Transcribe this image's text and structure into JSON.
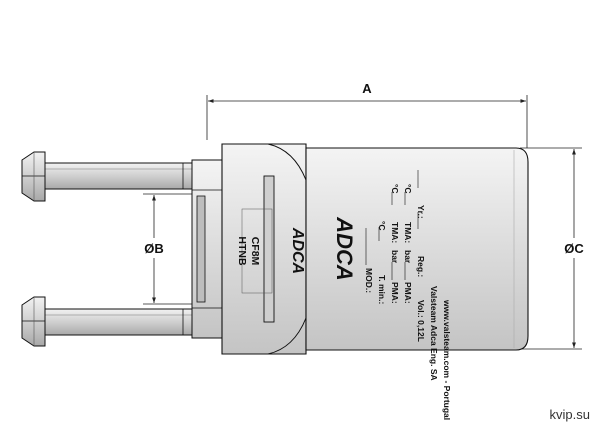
{
  "dimensions": {
    "a_label": "A",
    "b_label": "ØB",
    "c_label": "ØC"
  },
  "body_marking": {
    "line1": "CF8M",
    "line2": "HTNB",
    "logo": "ADCA"
  },
  "nameplate": {
    "mod": "MOD.:",
    "tmin": "T. min.:",
    "tmin_unit": "°C",
    "pma1": "PMA:",
    "pma1_unit": "bar",
    "tma1": "TMA:",
    "tma1_unit": "°C",
    "pma2": "PMA:",
    "pma2_unit": "bar",
    "tma2": "TMA:",
    "tma2_unit": "°C",
    "vol": "Vol.: 0,12L",
    "reg": "Reg.:",
    "yr": "Yr.:",
    "company": "Valsteam Adca Eng. SA",
    "website": "www.valsteam.com - Portugal"
  },
  "watermark": "kvip.su",
  "colors": {
    "line": "#111111",
    "body_fill": "#dcdcdc",
    "dim_line": "#222222"
  }
}
